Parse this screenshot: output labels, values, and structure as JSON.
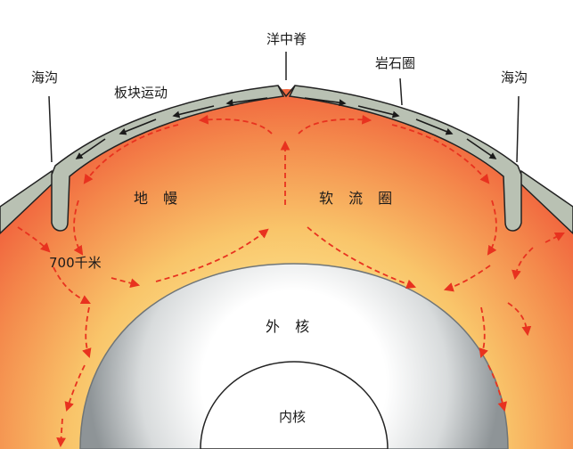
{
  "labels": {
    "mid_ocean_ridge": "洋中脊",
    "trench_left": "海沟",
    "trench_right": "海沟",
    "plate_motion": "板块运动",
    "lithosphere": "岩石圈",
    "mantle": "地 幔",
    "asthenosphere": "软 流 圈",
    "depth": "700千米",
    "outer_core": "外 核",
    "inner_core": "内核"
  },
  "colors": {
    "mantle_inner": "#fbd27a",
    "mantle_outer": "#f2573a",
    "lithosphere": "#b9c1b3",
    "core_gray": "#9aa0a3",
    "inner_core": "#ffffff",
    "convection_arrow": "#e8321f",
    "plate_arrow": "#1a1a1a"
  }
}
